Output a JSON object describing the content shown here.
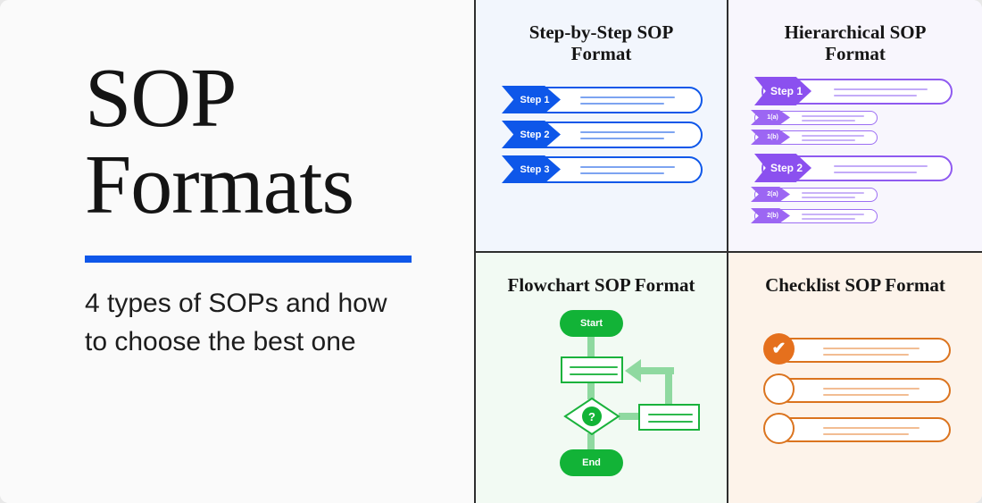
{
  "left_panel": {
    "title": "SOP Formats",
    "subtitle": "4 types of SOPs and how to choose the best one",
    "accent_color": "#0f57e9",
    "background": "#fafafa"
  },
  "quadrants": {
    "step_by_step": {
      "title": "Step-by-Step SOP Format",
      "steps": [
        "Step 1",
        "Step 2",
        "Step 3"
      ],
      "color": "#0e57e9",
      "background": "#f2f6fd"
    },
    "hierarchical": {
      "title": "Hierarchical SOP Format",
      "rows": [
        {
          "label": "Step 1",
          "level": "main"
        },
        {
          "label": "1(a)",
          "level": "sub"
        },
        {
          "label": "1(b)",
          "level": "sub"
        },
        {
          "label": "Step 2",
          "level": "main"
        },
        {
          "label": "2(a)",
          "level": "sub"
        },
        {
          "label": "2(b)",
          "level": "sub"
        }
      ],
      "color": "#8b50ef",
      "background": "#f8f6fd"
    },
    "flowchart": {
      "title": "Flowchart SOP Format",
      "start_label": "Start",
      "end_label": "End",
      "decision_symbol": "?",
      "color": "#12b337",
      "connector_color": "#8fd9a0",
      "background": "#f2faf3"
    },
    "checklist": {
      "title": "Checklist SOP Format",
      "check_symbol": "✔",
      "items": [
        {
          "checked": true
        },
        {
          "checked": false
        },
        {
          "checked": false
        }
      ],
      "color": "#db741f",
      "background": "#fdf3ea"
    }
  }
}
